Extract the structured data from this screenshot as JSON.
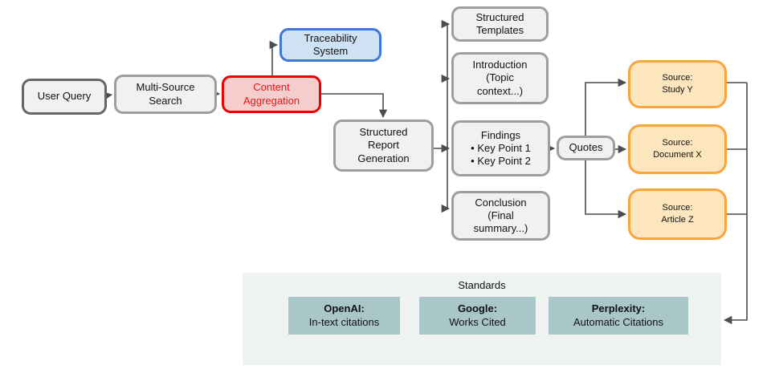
{
  "nodes": {
    "user_query": "User Query",
    "multi_source_search": "Multi-Source\nSearch",
    "content_aggregation": "Content\nAggregation",
    "traceability_system": "Traceability\nSystem",
    "structured_report_generation": "Structured\nReport\nGeneration",
    "structured_templates": "Structured\nTemplates",
    "introduction": "Introduction\n(Topic\ncontext...)",
    "findings": "Findings\n• Key Point 1\n• Key Point 2",
    "conclusion": "Conclusion\n(Final\nsummary...)",
    "quotes": "Quotes",
    "source_study_y": "Source:\nStudy Y",
    "source_document_x": "Source:\nDocument X",
    "source_article_z": "Source:\nArticle Z"
  },
  "standards": {
    "title": "Standards",
    "items": [
      {
        "name": "OpenAI:",
        "desc": "In-text citations"
      },
      {
        "name": "Google:",
        "desc": "Works Cited"
      },
      {
        "name": "Perplexity:",
        "desc": "Automatic Citations"
      }
    ]
  },
  "colors": {
    "highlight_red_border": "#EE0000",
    "highlight_red_fill": "#F6CDCD",
    "highlight_red_text": "#F01414",
    "traceability_blue_border": "#3C78D8",
    "traceability_blue_fill": "#CFE2F3",
    "source_orange_border": "#F7A53C",
    "source_orange_fill": "#FDE5BE",
    "gray_node_border": "#9E9E9E",
    "gray_node_fill": "#F1F1F1",
    "dark_node_border": "#666666",
    "standards_panel_bg": "#EEF3F2",
    "standards_box_teal": "#A9C6C9",
    "connector_gray": "#4D4D4D"
  }
}
